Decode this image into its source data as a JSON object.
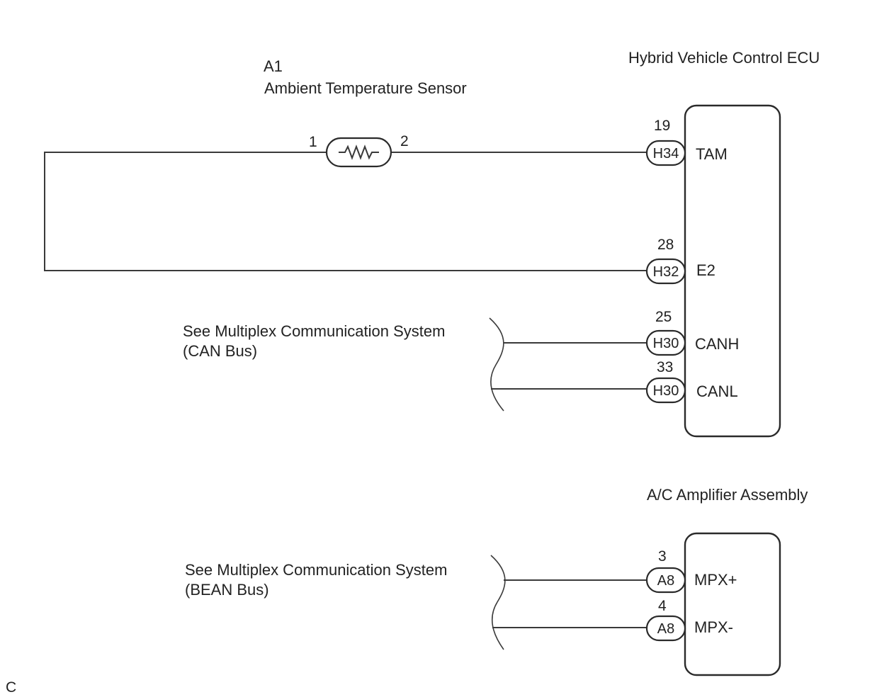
{
  "sensor": {
    "ref": "A1",
    "name": "Ambient Temperature Sensor",
    "pin1": "1",
    "pin2": "2",
    "resistor_icon": "resistor-icon"
  },
  "ecu": {
    "title": "Hybrid Vehicle Control ECU",
    "terminals": [
      {
        "pin": "19",
        "connector": "H34",
        "signal": "TAM"
      },
      {
        "pin": "28",
        "connector": "H32",
        "signal": "E2"
      },
      {
        "pin": "25",
        "connector": "H30",
        "signal": "CANH"
      },
      {
        "pin": "33",
        "connector": "H30",
        "signal": "CANL"
      }
    ]
  },
  "can_note": {
    "line1": "See Multiplex Communication System",
    "line2": "(CAN Bus)"
  },
  "amp": {
    "title": "A/C Amplifier Assembly",
    "terminals": [
      {
        "pin": "3",
        "connector": "A8",
        "signal": "MPX+"
      },
      {
        "pin": "4",
        "connector": "A8",
        "signal": "MPX-"
      }
    ]
  },
  "bean_note": {
    "line1": "See Multiplex Communication System",
    "line2": "(BEAN Bus)"
  },
  "corner_code": "C"
}
